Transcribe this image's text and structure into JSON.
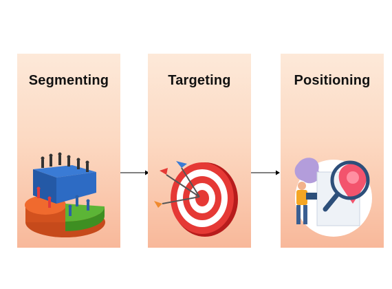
{
  "steps": [
    {
      "label": "Segmenting",
      "icon": "segmented-pie-crowd-icon"
    },
    {
      "label": "Targeting",
      "icon": "dartboard-icon"
    },
    {
      "label": "Positioning",
      "icon": "location-pin-magnifier-icon"
    }
  ],
  "colors": {
    "panel_top": "#fde9d9",
    "panel_bottom": "#f8b89a",
    "arrow": "#000000",
    "text": "#111111"
  }
}
